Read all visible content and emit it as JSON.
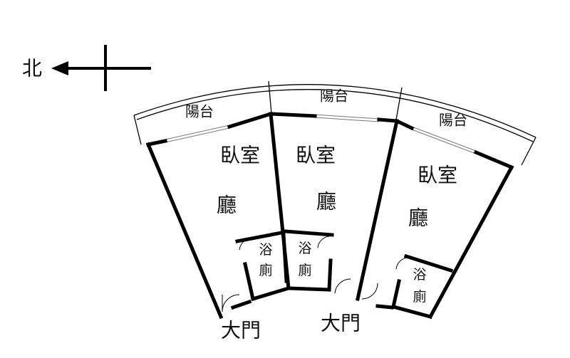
{
  "compass": {
    "north_label": "北"
  },
  "units": [
    {
      "balcony": "陽台",
      "bedroom": "臥室",
      "living": "廳",
      "bath_line1": "浴",
      "bath_line2": "廁"
    },
    {
      "balcony": "陽台",
      "bedroom": "臥室",
      "living": "廳",
      "bath_line1": "浴",
      "bath_line2": "廁"
    },
    {
      "balcony": "陽台",
      "bedroom": "臥室",
      "living": "廳",
      "bath_line1": "浴",
      "bath_line2": "廁"
    }
  ],
  "entrances": [
    {
      "label": "大門"
    },
    {
      "label": "大門"
    }
  ],
  "colors": {
    "walls": "#000000",
    "background": "#ffffff"
  }
}
